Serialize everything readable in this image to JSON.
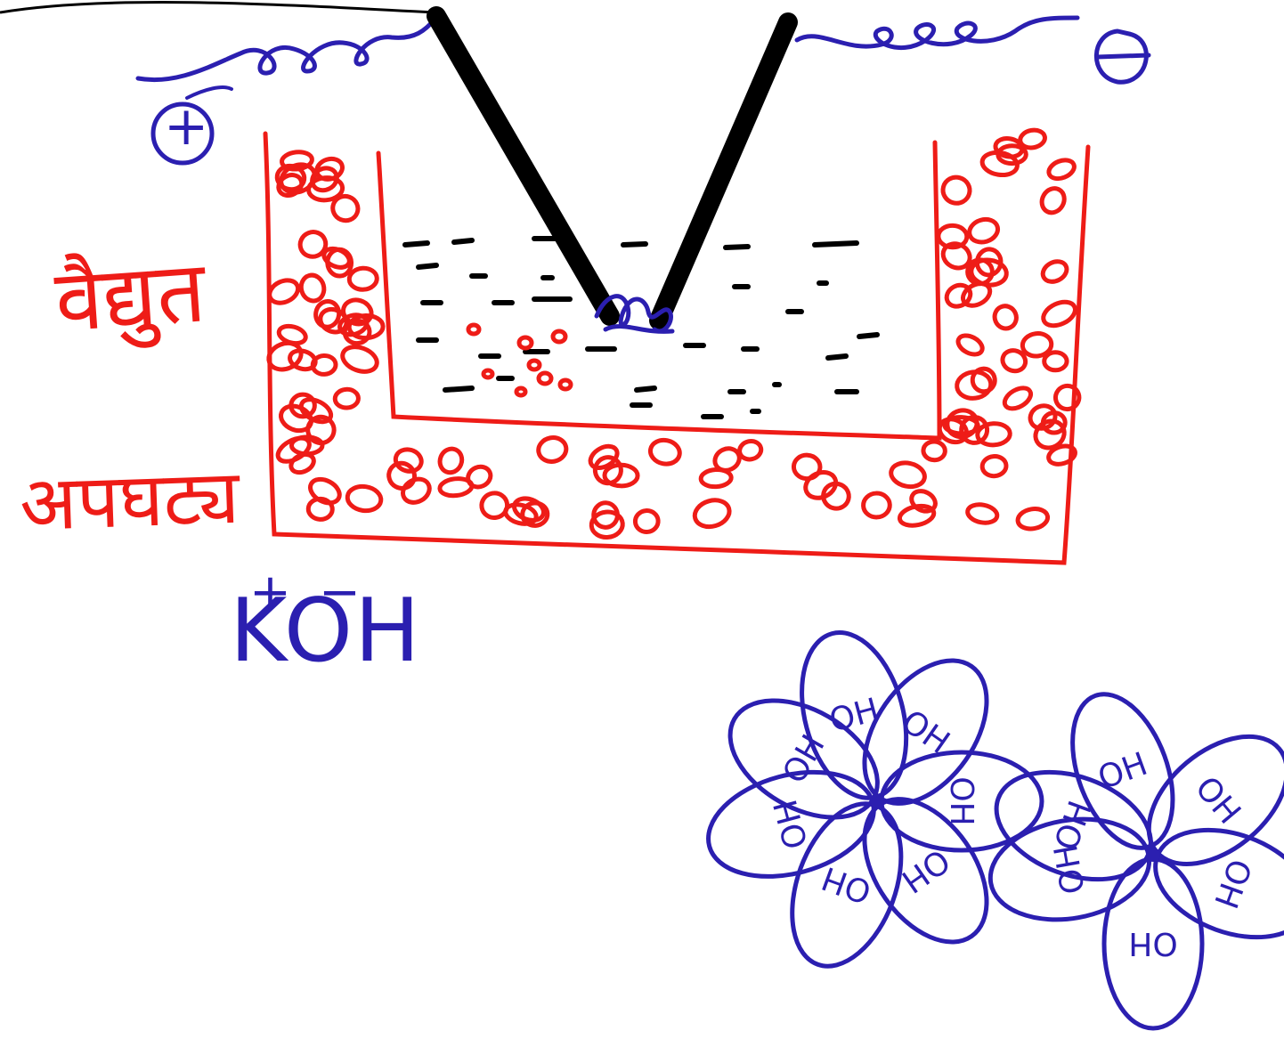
{
  "labels": {
    "electrolyte_line1": "वैद्युत",
    "electrolyte_line2": "अपघट्य",
    "formula": "KOH",
    "formula_cation_charge": "+",
    "formula_anion_charge": "−",
    "positive_terminal": "+",
    "negative_terminal": "−"
  },
  "hydroxide_ion": "OH",
  "ion_cluster_count": 2,
  "colors": {
    "electrolyte": "#ee1c17",
    "ions_and_wires": "#2b1fb0",
    "electrodes": "#000000"
  }
}
